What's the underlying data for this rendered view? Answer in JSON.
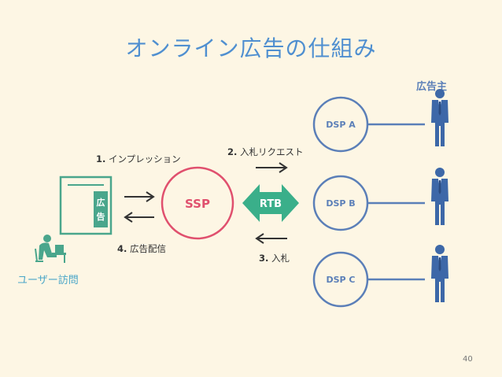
{
  "title": "オンライン広告の仕組み",
  "advertiser_label": "広告主",
  "user_visit_label": "ユーザー訪問",
  "ad_box_label": "広告",
  "ssp_label": "SSP",
  "rtb_label": "RTB",
  "dsp_nodes": [
    {
      "label": "DSP A"
    },
    {
      "label": "DSP B"
    },
    {
      "label": "DSP C"
    }
  ],
  "steps": [
    {
      "num": "1.",
      "text": "インプレッション"
    },
    {
      "num": "2.",
      "text": "入札リクエスト"
    },
    {
      "num": "3.",
      "text": "入札"
    },
    {
      "num": "4.",
      "text": "広告配信"
    }
  ],
  "page_number": "40",
  "colors": {
    "background": "#fdf6e4",
    "title": "#4f8fd0",
    "ssp": "#e0506e",
    "rtb": "#3aaf8a",
    "dsp": "#5b7fb8",
    "user": "#4aa6c8",
    "ad_box": "#4aa68c",
    "person": "#3d68a8"
  },
  "icons": [
    "office-worker-icon",
    "user-at-computer-icon"
  ]
}
